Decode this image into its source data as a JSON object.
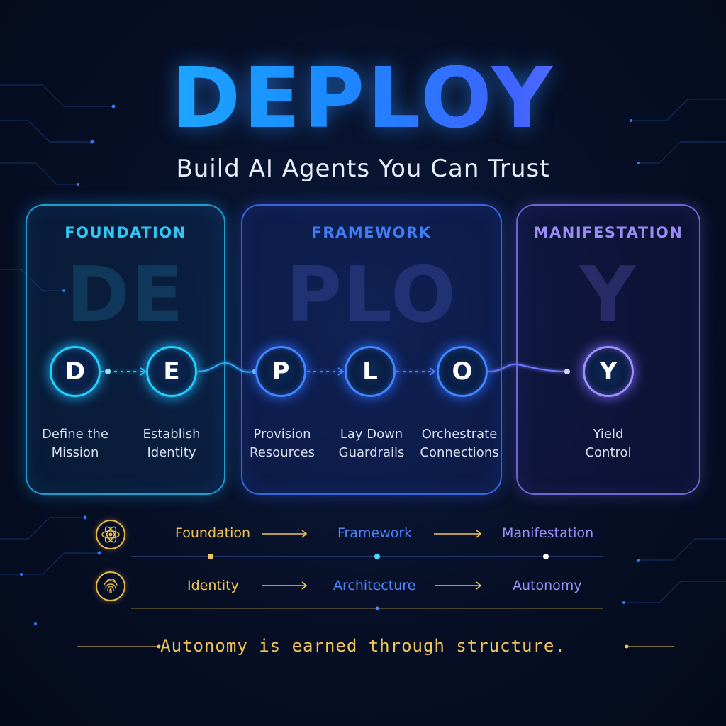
{
  "title": "DEPLOY",
  "subtitle": "Build AI Agents You Can Trust",
  "panels": [
    {
      "label": "FOUNDATION",
      "letters": "DE"
    },
    {
      "label": "FRAMEWORK",
      "letters": "PLO"
    },
    {
      "label": "MANIFESTATION",
      "letters": "Y"
    }
  ],
  "nodes": [
    {
      "letter": "D",
      "line1": "Define the",
      "line2": "Mission"
    },
    {
      "letter": "E",
      "line1": "Establish",
      "line2": "Identity"
    },
    {
      "letter": "P",
      "line1": "Provision",
      "line2": "Resources"
    },
    {
      "letter": "L",
      "line1": "Lay Down",
      "line2": "Guardrails"
    },
    {
      "letter": "O",
      "line1": "Orchestrate",
      "line2": "Connections"
    },
    {
      "letter": "Y",
      "line1": "Yield",
      "line2": "Control"
    }
  ],
  "legend": {
    "row1": {
      "icon": "atom-icon",
      "items": [
        "Foundation",
        "Framework",
        "Manifestation"
      ]
    },
    "row2": {
      "icon": "fingerprint-icon",
      "items": [
        "Identity",
        "Architecture",
        "Autonomy"
      ]
    }
  },
  "tagline": "Autonomy is earned through structure.",
  "colors": {
    "cyan": "#22d0ff",
    "blue": "#3f86ff",
    "violet": "#9d90ff",
    "gold": "#f0c65a"
  }
}
